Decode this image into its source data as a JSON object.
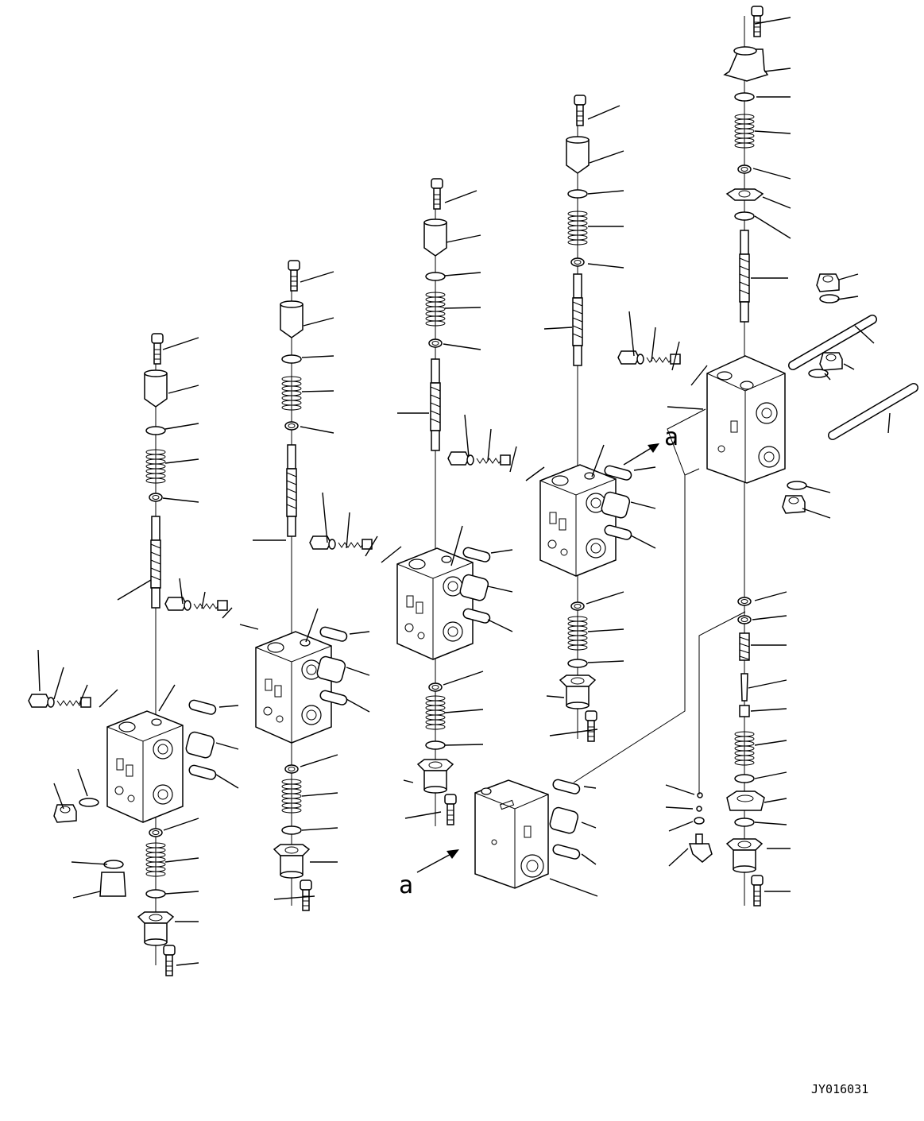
{
  "diagram": {
    "view_marker_top": "a",
    "view_marker_bottom": "a",
    "drawing_code": "JY016031"
  },
  "colors": {
    "ink": "#000000",
    "paper": "#ffffff"
  }
}
